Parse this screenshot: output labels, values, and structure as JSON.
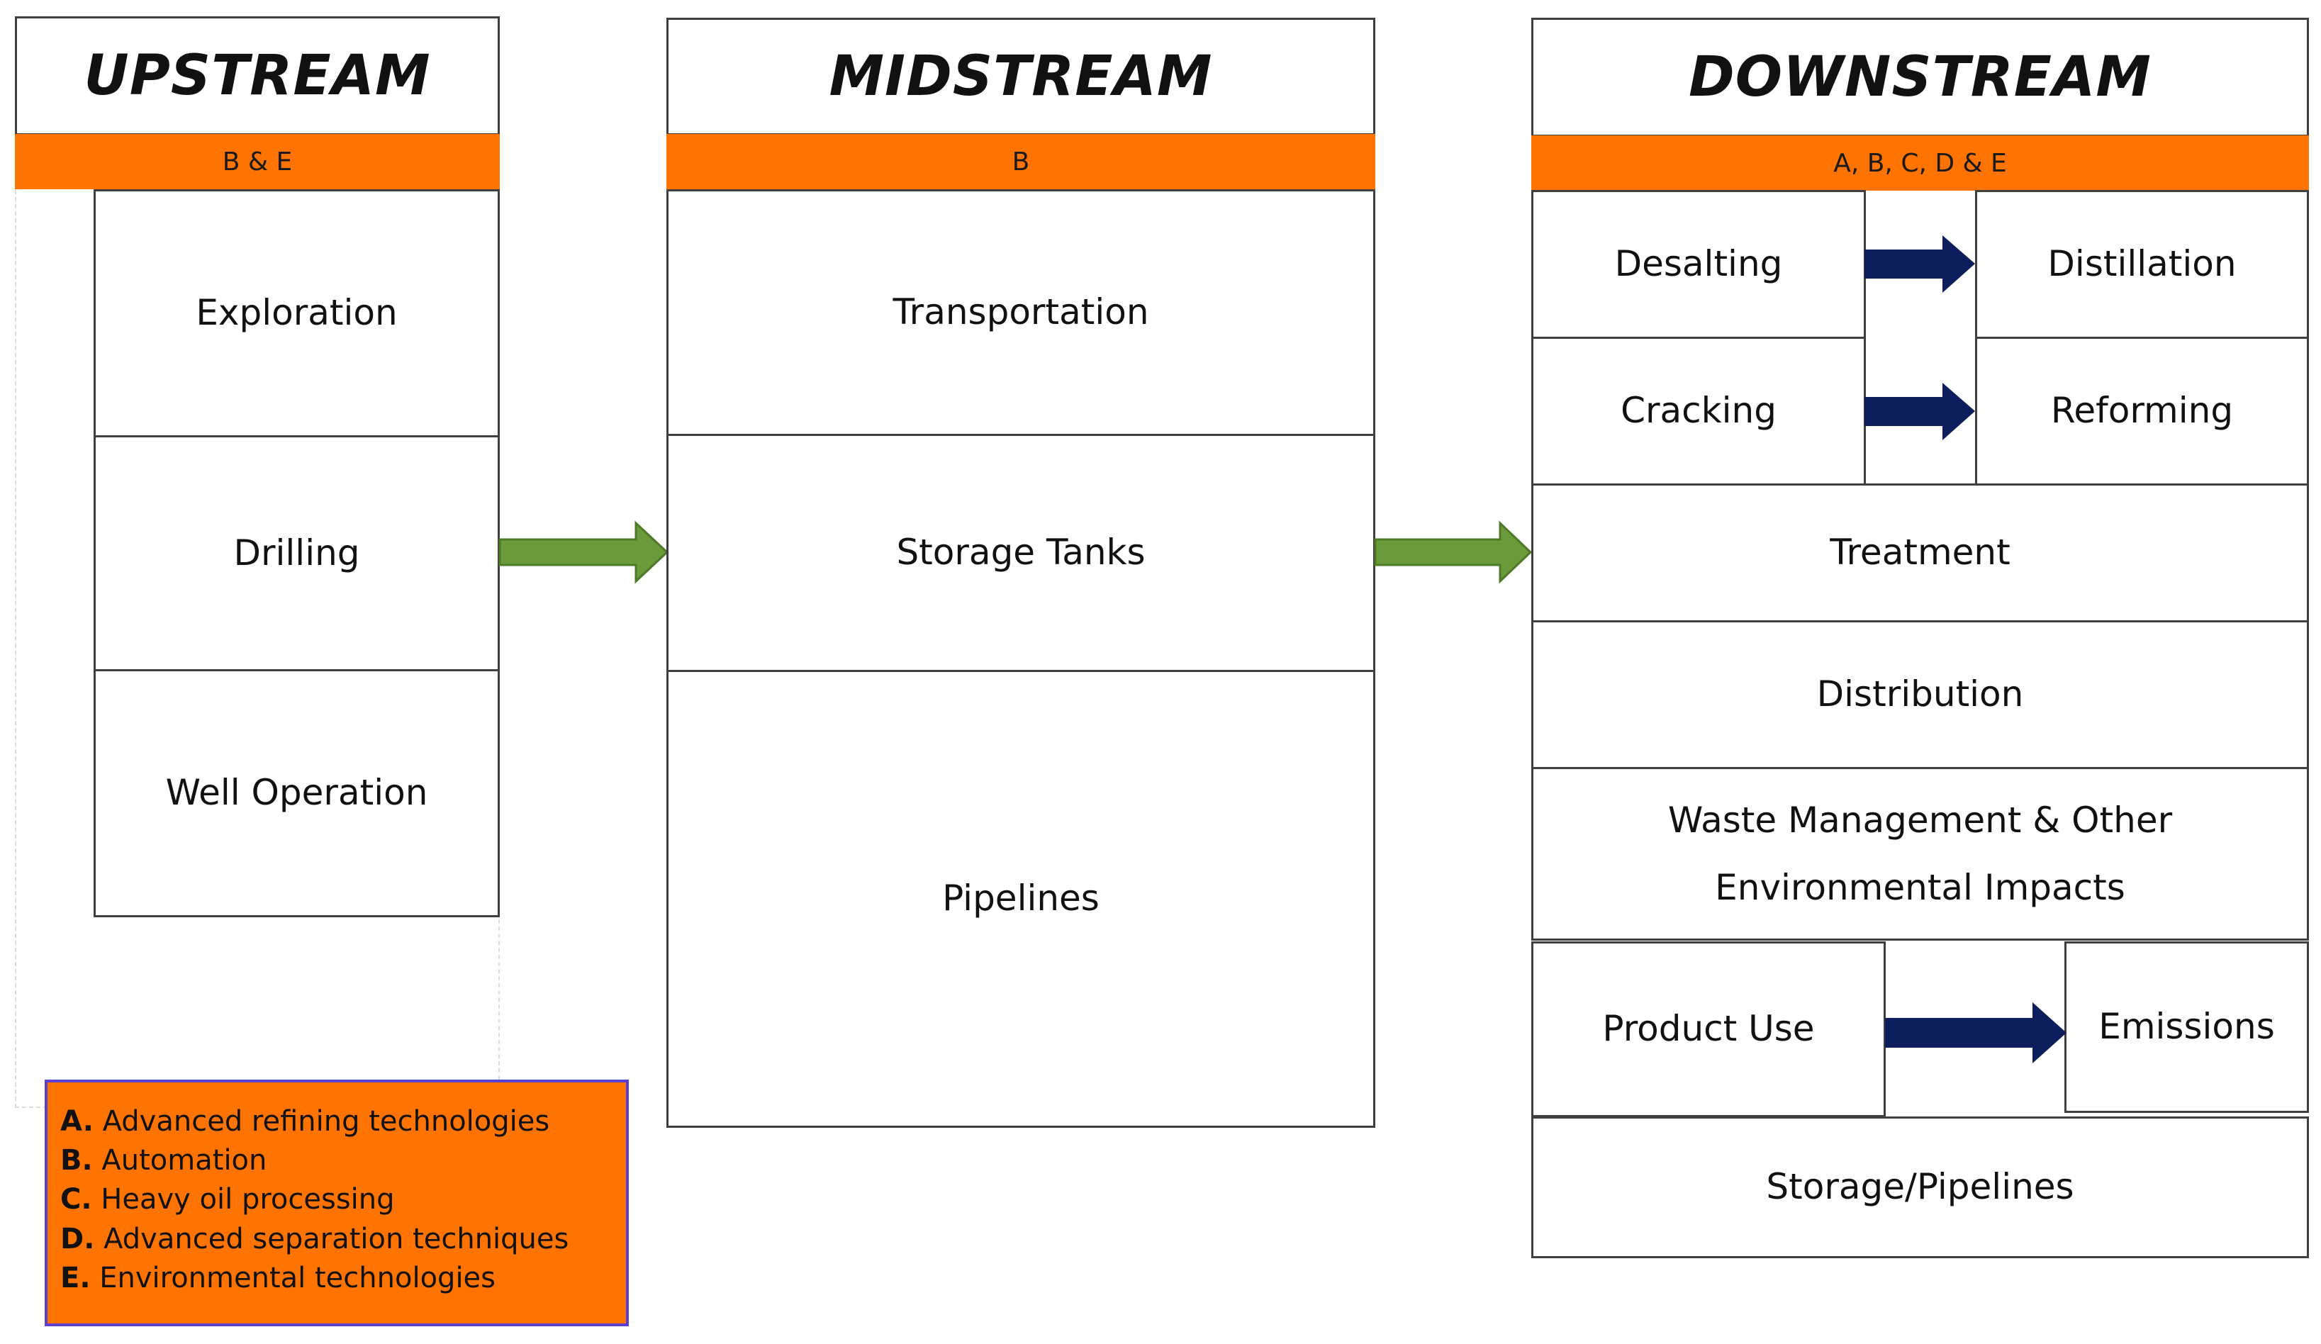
{
  "upstream": {
    "title": "UPSTREAM",
    "tags": "B & E",
    "items": [
      "Exploration",
      "Drilling",
      "Well Operation"
    ]
  },
  "midstream": {
    "title": "MIDSTREAM",
    "tags": "B",
    "items": [
      "Transportation",
      "Storage Tanks",
      "Pipelines"
    ]
  },
  "downstream": {
    "title": "DOWNSTREAM",
    "tags": "A, B, C, D & E",
    "items": {
      "desalting": "Desalting",
      "distillation": "Distillation",
      "cracking": "Cracking",
      "reforming": "Reforming",
      "treatment": "Treatment",
      "distribution": "Distribution",
      "waste_line1": "Waste Management & Other",
      "waste_line2": "Environmental Impacts",
      "product_use": "Product Use",
      "emissions": "Emissions",
      "storage_pipelines": "Storage/Pipelines"
    }
  },
  "legend": {
    "items": [
      {
        "key": "A.",
        "text": "Advanced refining technologies"
      },
      {
        "key": "B.",
        "text": "Automation"
      },
      {
        "key": "C.",
        "text": "Heavy oil processing"
      },
      {
        "key": "D.",
        "text": "Advanced separation techniques"
      },
      {
        "key": "E.",
        "text": "Environmental technologies"
      }
    ]
  },
  "colors": {
    "tag_orange": "#ff7300",
    "arrow_green": "#6a9a3a",
    "arrow_navy": "#0c1f5c",
    "legend_border": "#5a3fd0"
  }
}
